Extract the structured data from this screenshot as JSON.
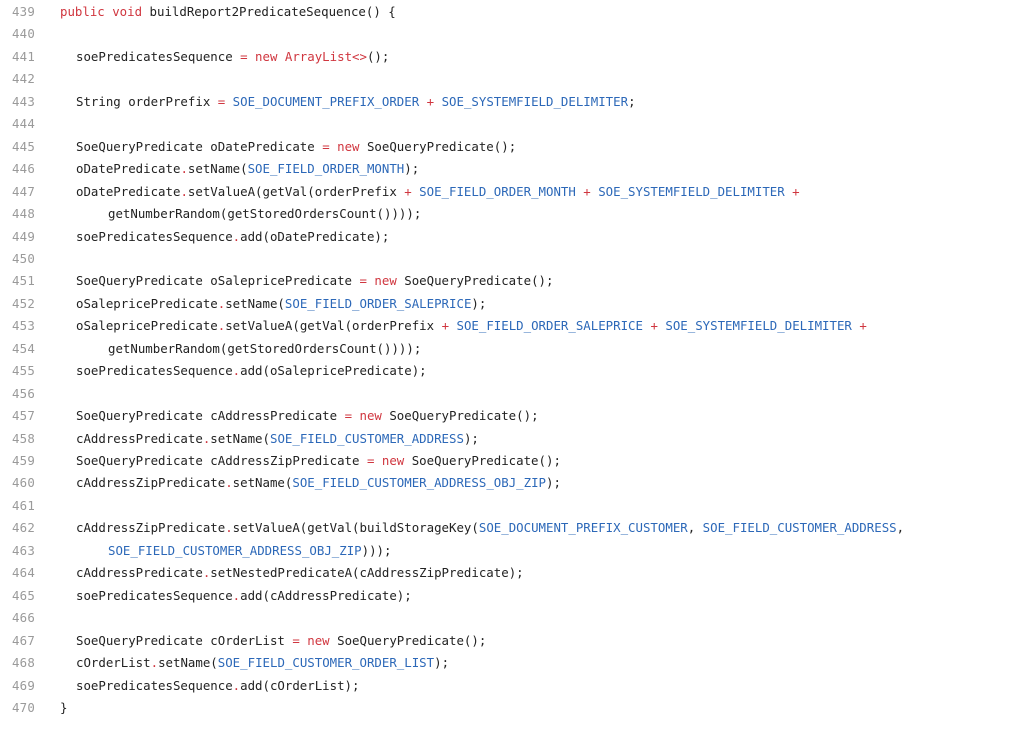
{
  "colors": {
    "background": "#ffffff",
    "line_number": "#9a9a9a",
    "keyword": "#d0363f",
    "constant": "#2c68b8",
    "text": "#222222"
  },
  "code": {
    "language": "java",
    "lines": [
      {
        "n": "439",
        "indent": 0,
        "tokens": [
          [
            "kw",
            "public void "
          ],
          [
            "tx",
            "buildReport2PredicateSequence() {"
          ]
        ]
      },
      {
        "n": "440",
        "indent": 0,
        "tokens": []
      },
      {
        "n": "441",
        "indent": 2,
        "tokens": [
          [
            "tx",
            "soePredicatesSequence "
          ],
          [
            "op",
            "= "
          ],
          [
            "kw",
            "new ArrayList<>"
          ],
          [
            "tx",
            "();"
          ]
        ]
      },
      {
        "n": "442",
        "indent": 0,
        "tokens": []
      },
      {
        "n": "443",
        "indent": 2,
        "tokens": [
          [
            "tx",
            "String orderPrefix "
          ],
          [
            "op",
            "= "
          ],
          [
            "const",
            "SOE_DOCUMENT_PREFIX_ORDER"
          ],
          [
            "op",
            " + "
          ],
          [
            "const",
            "SOE_SYSTEMFIELD_DELIMITER"
          ],
          [
            "tx",
            ";"
          ]
        ]
      },
      {
        "n": "444",
        "indent": 0,
        "tokens": []
      },
      {
        "n": "445",
        "indent": 2,
        "tokens": [
          [
            "tx",
            "SoeQueryPredicate oDatePredicate "
          ],
          [
            "op",
            "= "
          ],
          [
            "kw",
            "new "
          ],
          [
            "tx",
            "SoeQueryPredicate();"
          ]
        ]
      },
      {
        "n": "446",
        "indent": 2,
        "tokens": [
          [
            "tx",
            "oDatePredicate"
          ],
          [
            "op",
            "."
          ],
          [
            "tx",
            "setName("
          ],
          [
            "const",
            "SOE_FIELD_ORDER_MONTH"
          ],
          [
            "tx",
            ");"
          ]
        ]
      },
      {
        "n": "447",
        "indent": 2,
        "tokens": [
          [
            "tx",
            "oDatePredicate"
          ],
          [
            "op",
            "."
          ],
          [
            "tx",
            "setValueA(getVal(orderPrefix "
          ],
          [
            "op",
            "+ "
          ],
          [
            "const",
            "SOE_FIELD_ORDER_MONTH"
          ],
          [
            "op",
            " + "
          ],
          [
            "const",
            "SOE_SYSTEMFIELD_DELIMITER"
          ],
          [
            "op",
            " +"
          ]
        ]
      },
      {
        "n": "448",
        "indent": 6,
        "tokens": [
          [
            "tx",
            "getNumberRandom(getStoredOrdersCount())));"
          ]
        ]
      },
      {
        "n": "449",
        "indent": 2,
        "tokens": [
          [
            "tx",
            "soePredicatesSequence"
          ],
          [
            "op",
            "."
          ],
          [
            "tx",
            "add(oDatePredicate);"
          ]
        ]
      },
      {
        "n": "450",
        "indent": 0,
        "tokens": []
      },
      {
        "n": "451",
        "indent": 2,
        "tokens": [
          [
            "tx",
            "SoeQueryPredicate oSalepricePredicate "
          ],
          [
            "op",
            "= "
          ],
          [
            "kw",
            "new "
          ],
          [
            "tx",
            "SoeQueryPredicate();"
          ]
        ]
      },
      {
        "n": "452",
        "indent": 2,
        "tokens": [
          [
            "tx",
            "oSalepricePredicate"
          ],
          [
            "op",
            "."
          ],
          [
            "tx",
            "setName("
          ],
          [
            "const",
            "SOE_FIELD_ORDER_SALEPRICE"
          ],
          [
            "tx",
            ");"
          ]
        ]
      },
      {
        "n": "453",
        "indent": 2,
        "tokens": [
          [
            "tx",
            "oSalepricePredicate"
          ],
          [
            "op",
            "."
          ],
          [
            "tx",
            "setValueA(getVal(orderPrefix "
          ],
          [
            "op",
            "+ "
          ],
          [
            "const",
            "SOE_FIELD_ORDER_SALEPRICE"
          ],
          [
            "op",
            " + "
          ],
          [
            "const",
            "SOE_SYSTEMFIELD_DELIMITER"
          ],
          [
            "op",
            " +"
          ]
        ]
      },
      {
        "n": "454",
        "indent": 6,
        "tokens": [
          [
            "tx",
            "getNumberRandom(getStoredOrdersCount())));"
          ]
        ]
      },
      {
        "n": "455",
        "indent": 2,
        "tokens": [
          [
            "tx",
            "soePredicatesSequence"
          ],
          [
            "op",
            "."
          ],
          [
            "tx",
            "add(oSalepricePredicate);"
          ]
        ]
      },
      {
        "n": "456",
        "indent": 0,
        "tokens": []
      },
      {
        "n": "457",
        "indent": 2,
        "tokens": [
          [
            "tx",
            "SoeQueryPredicate cAddressPredicate "
          ],
          [
            "op",
            "= "
          ],
          [
            "kw",
            "new "
          ],
          [
            "tx",
            "SoeQueryPredicate();"
          ]
        ]
      },
      {
        "n": "458",
        "indent": 2,
        "tokens": [
          [
            "tx",
            "cAddressPredicate"
          ],
          [
            "op",
            "."
          ],
          [
            "tx",
            "setName("
          ],
          [
            "const",
            "SOE_FIELD_CUSTOMER_ADDRESS"
          ],
          [
            "tx",
            ");"
          ]
        ]
      },
      {
        "n": "459",
        "indent": 2,
        "tokens": [
          [
            "tx",
            "SoeQueryPredicate cAddressZipPredicate "
          ],
          [
            "op",
            "= "
          ],
          [
            "kw",
            "new "
          ],
          [
            "tx",
            "SoeQueryPredicate();"
          ]
        ]
      },
      {
        "n": "460",
        "indent": 2,
        "tokens": [
          [
            "tx",
            "cAddressZipPredicate"
          ],
          [
            "op",
            "."
          ],
          [
            "tx",
            "setName("
          ],
          [
            "const",
            "SOE_FIELD_CUSTOMER_ADDRESS_OBJ_ZIP"
          ],
          [
            "tx",
            ");"
          ]
        ]
      },
      {
        "n": "461",
        "indent": 0,
        "tokens": []
      },
      {
        "n": "462",
        "indent": 2,
        "tokens": [
          [
            "tx",
            "cAddressZipPredicate"
          ],
          [
            "op",
            "."
          ],
          [
            "tx",
            "setValueA(getVal(buildStorageKey("
          ],
          [
            "const",
            "SOE_DOCUMENT_PREFIX_CUSTOMER"
          ],
          [
            "tx",
            ", "
          ],
          [
            "const",
            "SOE_FIELD_CUSTOMER_ADDRESS"
          ],
          [
            "tx",
            ","
          ]
        ]
      },
      {
        "n": "463",
        "indent": 6,
        "tokens": [
          [
            "const",
            "SOE_FIELD_CUSTOMER_ADDRESS_OBJ_ZIP"
          ],
          [
            "tx",
            ")));"
          ]
        ]
      },
      {
        "n": "464",
        "indent": 2,
        "tokens": [
          [
            "tx",
            "cAddressPredicate"
          ],
          [
            "op",
            "."
          ],
          [
            "tx",
            "setNestedPredicateA(cAddressZipPredicate);"
          ]
        ]
      },
      {
        "n": "465",
        "indent": 2,
        "tokens": [
          [
            "tx",
            "soePredicatesSequence"
          ],
          [
            "op",
            "."
          ],
          [
            "tx",
            "add(cAddressPredicate);"
          ]
        ]
      },
      {
        "n": "466",
        "indent": 0,
        "tokens": []
      },
      {
        "n": "467",
        "indent": 2,
        "tokens": [
          [
            "tx",
            "SoeQueryPredicate cOrderList "
          ],
          [
            "op",
            "= "
          ],
          [
            "kw",
            "new "
          ],
          [
            "tx",
            "SoeQueryPredicate();"
          ]
        ]
      },
      {
        "n": "468",
        "indent": 2,
        "tokens": [
          [
            "tx",
            "cOrderList"
          ],
          [
            "op",
            "."
          ],
          [
            "tx",
            "setName("
          ],
          [
            "const",
            "SOE_FIELD_CUSTOMER_ORDER_LIST"
          ],
          [
            "tx",
            ");"
          ]
        ]
      },
      {
        "n": "469",
        "indent": 2,
        "tokens": [
          [
            "tx",
            "soePredicatesSequence"
          ],
          [
            "op",
            "."
          ],
          [
            "tx",
            "add(cOrderList);"
          ]
        ]
      },
      {
        "n": "470",
        "indent": 0,
        "tokens": [
          [
            "tx",
            "}"
          ]
        ]
      }
    ]
  }
}
